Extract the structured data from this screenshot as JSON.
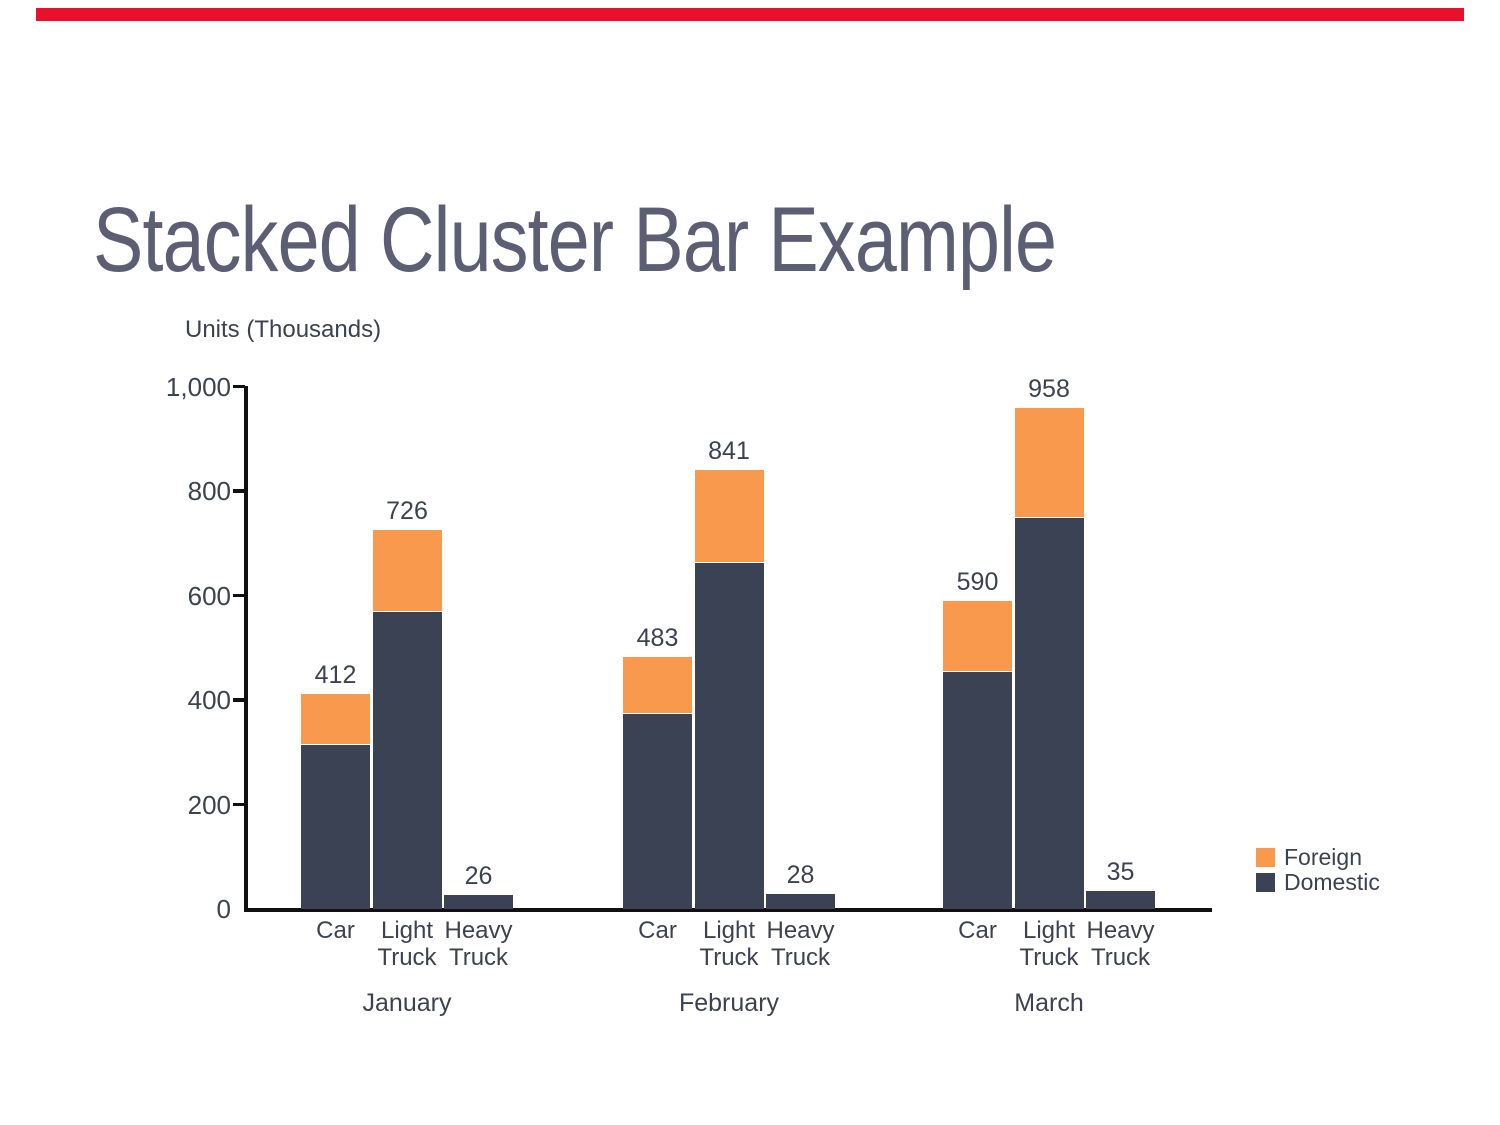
{
  "title": "Stacked Cluster Bar Example",
  "accent_bar_color": "#e8112d",
  "colors": {
    "foreign": "#f9994e",
    "domestic": "#3b4254",
    "title_text": "#5c5e74",
    "chart_text": "#3d4252",
    "axis": "#111111",
    "background": "#ffffff"
  },
  "legend": {
    "position": "right",
    "items": [
      {
        "label": "Foreign",
        "color": "#f9994e"
      },
      {
        "label": "Domestic",
        "color": "#3b4254"
      }
    ]
  },
  "chart_data": {
    "type": "bar",
    "stacked": true,
    "clustered": true,
    "title": "Stacked Cluster Bar Example",
    "ylabel": "Units (Thousands)",
    "xlabel": "",
    "ylim": [
      0,
      1000
    ],
    "yticks": [
      1000,
      800,
      600,
      400,
      200,
      0
    ],
    "ytick_labels": [
      "1,000",
      "800",
      "600",
      "400",
      "200",
      "0"
    ],
    "grid": false,
    "legend_position": "right",
    "series_names": [
      "Foreign",
      "Domestic"
    ],
    "groups": [
      {
        "label": "January",
        "bars": [
          {
            "category": "Car",
            "domestic": 315,
            "foreign": 97,
            "total": 412
          },
          {
            "category": "Light Truck",
            "domestic": 570,
            "foreign": 156,
            "total": 726
          },
          {
            "category": "Heavy Truck",
            "domestic": 26,
            "foreign": 0,
            "total": 26
          }
        ]
      },
      {
        "label": "February",
        "bars": [
          {
            "category": "Car",
            "domestic": 376,
            "foreign": 107,
            "total": 483
          },
          {
            "category": "Light Truck",
            "domestic": 665,
            "foreign": 176,
            "total": 841
          },
          {
            "category": "Heavy Truck",
            "domestic": 28,
            "foreign": 0,
            "total": 28
          }
        ]
      },
      {
        "label": "March",
        "bars": [
          {
            "category": "Car",
            "domestic": 455,
            "foreign": 135,
            "total": 590
          },
          {
            "category": "Light Truck",
            "domestic": 750,
            "foreign": 208,
            "total": 958
          },
          {
            "category": "Heavy Truck",
            "domestic": 35,
            "foreign": 0,
            "total": 35
          }
        ]
      }
    ]
  }
}
